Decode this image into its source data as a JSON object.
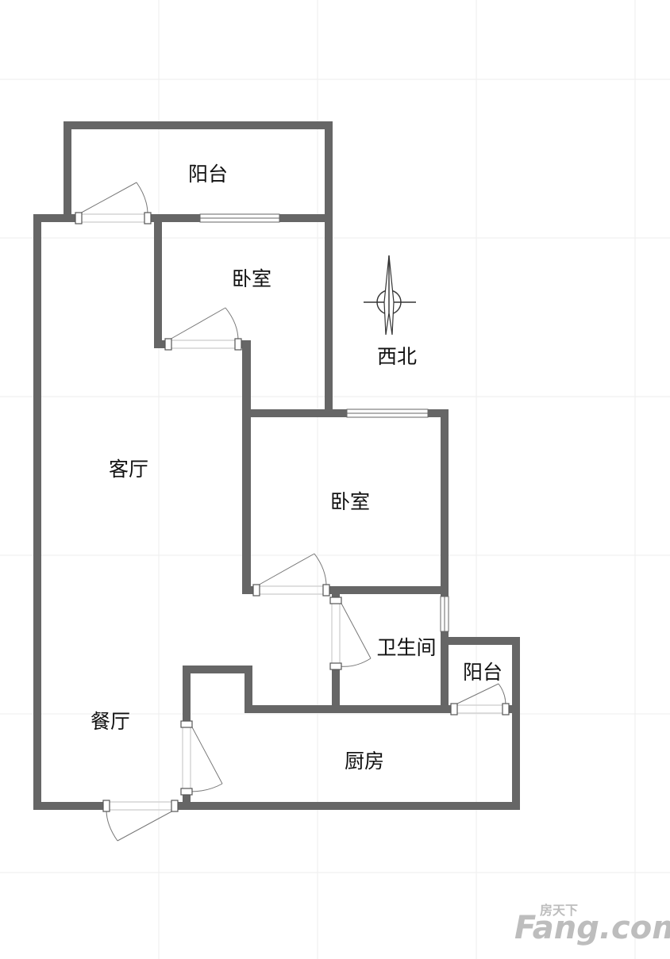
{
  "rooms": {
    "balcony_north": "阳台",
    "bedroom_1": "卧室",
    "living_room": "客厅",
    "bedroom_2": "卧室",
    "bathroom": "卫生间",
    "balcony_small": "阳台",
    "dining_room": "餐厅",
    "kitchen": "厨房"
  },
  "compass": {
    "label": "西北"
  },
  "watermark": {
    "brand": "Fang.com",
    "tagline": "房天下"
  },
  "colors": {
    "wall": "#666666",
    "grid": "#eeeeee",
    "watermark": "#bdbdbd"
  }
}
